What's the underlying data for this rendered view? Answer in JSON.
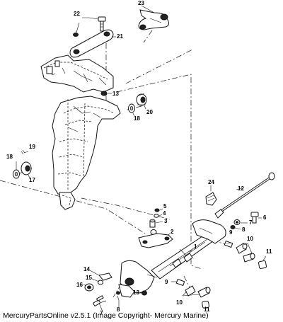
{
  "callouts": [
    {
      "id": "22",
      "label": "22"
    },
    {
      "id": "23",
      "label": "23"
    },
    {
      "id": "21",
      "label": "21"
    },
    {
      "id": "13a",
      "label": "13"
    },
    {
      "id": "20",
      "label": "20"
    },
    {
      "id": "18a",
      "label": "18"
    },
    {
      "id": "19",
      "label": "19"
    },
    {
      "id": "18b",
      "label": "18"
    },
    {
      "id": "17",
      "label": "17"
    },
    {
      "id": "12",
      "label": "12"
    },
    {
      "id": "24",
      "label": "24"
    },
    {
      "id": "5",
      "label": "5"
    },
    {
      "id": "4",
      "label": "4"
    },
    {
      "id": "3",
      "label": "3"
    },
    {
      "id": "6",
      "label": "6"
    },
    {
      "id": "7",
      "label": "7"
    },
    {
      "id": "8a",
      "label": "8"
    },
    {
      "id": "2",
      "label": "2"
    },
    {
      "id": "9a",
      "label": "9"
    },
    {
      "id": "10a",
      "label": "10"
    },
    {
      "id": "1",
      "label": "1"
    },
    {
      "id": "11a",
      "label": "11"
    },
    {
      "id": "14",
      "label": "14"
    },
    {
      "id": "15",
      "label": "15"
    },
    {
      "id": "16",
      "label": "16"
    },
    {
      "id": "9b",
      "label": "9"
    },
    {
      "id": "13b",
      "label": "13"
    },
    {
      "id": "7b",
      "label": "7"
    },
    {
      "id": "8b",
      "label": "8"
    },
    {
      "id": "10b",
      "label": "10"
    },
    {
      "id": "11b",
      "label": "11"
    }
  ],
  "caption": "MercuryPartsOnline v2.5.1 (Image Copyright- Mercury Marine)"
}
